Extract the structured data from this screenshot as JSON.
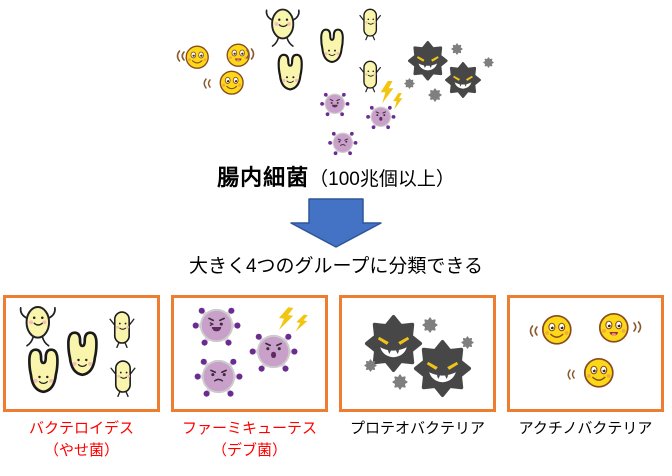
{
  "title": {
    "main": "腸内細菌",
    "paren": "（100兆個以上）"
  },
  "subtitle": "大きく4つのグループに分類できる",
  "groups": [
    {
      "name": "バクテロイデス",
      "sub": "（やせ菌）",
      "label_color": "#FF0000",
      "icon": "bacteroides-characters-icon"
    },
    {
      "name": "ファーミキューテス",
      "sub": "（デブ菌）",
      "label_color": "#FF0000",
      "icon": "firmicutes-characters-icon"
    },
    {
      "name": "プロテオバクテリア",
      "sub": "",
      "label_color": "#000000",
      "icon": "proteobacteria-characters-icon"
    },
    {
      "name": "アクチノバクテリア",
      "sub": "",
      "label_color": "#000000",
      "icon": "actinobacteria-characters-icon"
    }
  ],
  "colors": {
    "box_border": "#ED7D31",
    "arrow_fill": "#4472C4",
    "arrow_edge": "#2F5597",
    "red_label": "#FF0000",
    "bacteroides_body": "#FAF5AC",
    "firmicutes_body": "#C9A0C9",
    "firmicutes_stub_tip": "#6A2C91",
    "proteobacteria_body": "#474747",
    "proteobacteria_small": "#7F7F7F",
    "actinobacteria_body": "#FBD818",
    "actinobacteria_outline": "#8A4A1E",
    "lightning": "#F2C511"
  }
}
